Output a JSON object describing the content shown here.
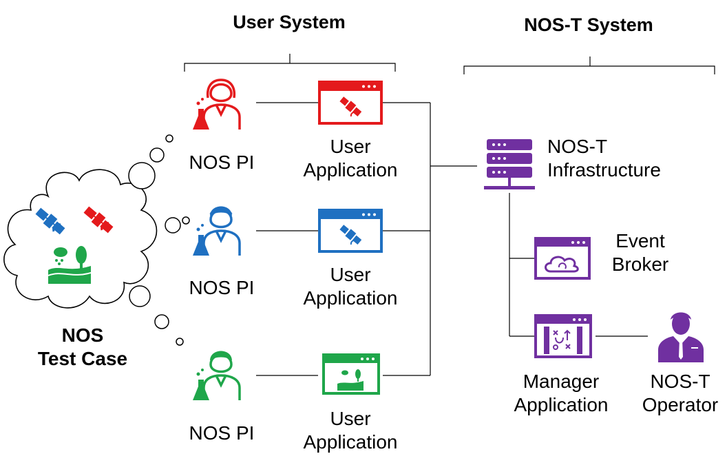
{
  "headings": {
    "user_system": "User System",
    "nost_system": "NOS-T System"
  },
  "test_case": {
    "line1": "NOS",
    "line2": "Test Case"
  },
  "rows": [
    {
      "pi_label": "NOS PI",
      "app_line1": "User",
      "app_line2": "Application",
      "color": "#e41a1c"
    },
    {
      "pi_label": "NOS PI",
      "app_line1": "User",
      "app_line2": "Application",
      "color": "#1f70c1"
    },
    {
      "pi_label": "NOS PI",
      "app_line1": "User",
      "app_line2": "Application",
      "color": "#1fa64a"
    }
  ],
  "infrastructure": {
    "line1": "NOS-T",
    "line2": "Infrastructure"
  },
  "event_broker": {
    "line1": "Event",
    "line2": "Broker"
  },
  "manager_app": {
    "line1": "Manager",
    "line2": "Application"
  },
  "operator": {
    "line1": "NOS-T",
    "line2": "Operator"
  },
  "colors": {
    "purple": "#7030a0",
    "red": "#e41a1c",
    "blue": "#1f70c1",
    "green": "#1fa64a",
    "line": "#000000"
  },
  "icons": {
    "pi": "scientist-icon",
    "app": "application-window-icon",
    "infrastructure": "server-icon",
    "event_broker": "cloud-sync-window-icon",
    "manager_app": "strategy-window-icon",
    "operator": "operator-icon",
    "satellite": "satellite-icon",
    "landscape": "landscape-icon"
  }
}
